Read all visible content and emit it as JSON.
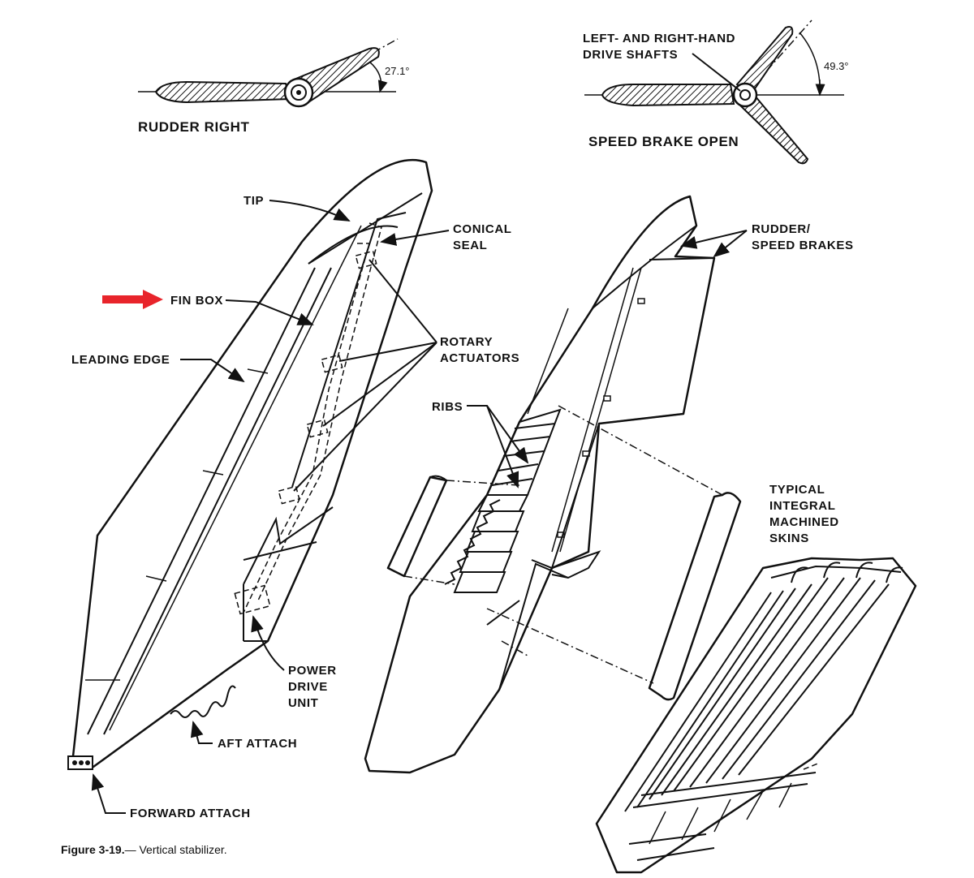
{
  "labels": {
    "rudder_right": "RUDDER RIGHT",
    "rudder_angle": "27.1°",
    "drive_shafts_1": "LEFT- AND RIGHT-HAND",
    "drive_shafts_2": "DRIVE SHAFTS",
    "speedbrake_angle": "49.3°",
    "speed_brake_open": "SPEED BRAKE OPEN",
    "tip": "TIP",
    "conical_seal_1": "CONICAL",
    "conical_seal_2": "SEAL",
    "fin_box": "FIN BOX",
    "leading_edge": "LEADING EDGE",
    "rotary_actuators_1": "ROTARY",
    "rotary_actuators_2": "ACTUATORS",
    "ribs": "RIBS",
    "rudder_speed_brakes_1": "RUDDER/",
    "rudder_speed_brakes_2": "SPEED BRAKES",
    "typical_1": "TYPICAL",
    "typical_2": "INTEGRAL",
    "typical_3": "MACHINED",
    "typical_4": "SKINS",
    "power_drive_1": "POWER",
    "power_drive_2": "DRIVE",
    "power_drive_3": "UNIT",
    "aft_attach": "AFT ATTACH",
    "forward_attach": "FORWARD ATTACH"
  },
  "caption": {
    "figure": "Figure 3-19.",
    "title": "— Vertical stabilizer."
  },
  "colors": {
    "ink": "#111111",
    "highlight_arrow": "#e8242b",
    "paper": "#ffffff"
  }
}
